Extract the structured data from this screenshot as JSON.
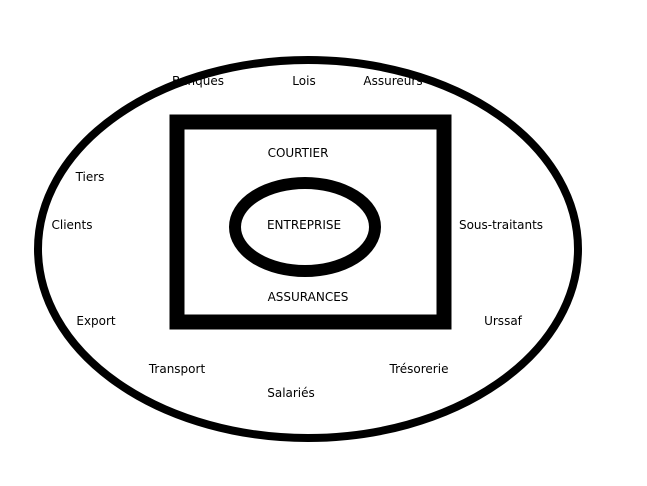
{
  "diagram": {
    "inner_label": "ENTREPRISE",
    "frame_top_label": "COURTIER",
    "frame_bottom_label": "ASSURANCES",
    "outer_labels": {
      "banques": "Banques",
      "lois": "Lois",
      "assureurs": "Assureurs",
      "tiers": "Tiers",
      "clients": "Clients",
      "sous_traitants": "Sous-traitants",
      "export": "Export",
      "urssaf": "Urssaf",
      "transport": "Transport",
      "tresorerie": "Trésorerie",
      "salaries": "Salariés"
    }
  },
  "colors": {
    "stroke": "#000000",
    "background": "#ffffff"
  }
}
